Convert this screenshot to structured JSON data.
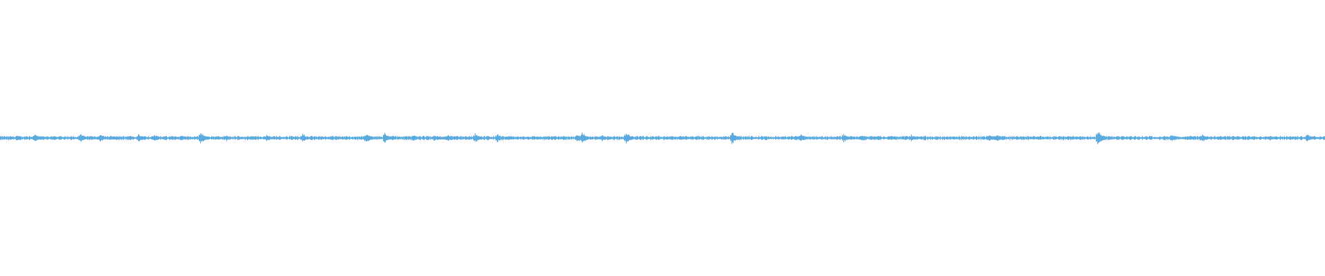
{
  "waveform": {
    "color": "#5aaae0",
    "background": "#ffffff",
    "baseline_fraction": 0.5,
    "spike_positions": [
      0.012,
      0.026,
      0.06,
      0.075,
      0.104,
      0.116,
      0.136,
      0.151,
      0.17,
      0.201,
      0.228,
      0.276,
      0.29,
      0.311,
      0.327,
      0.337,
      0.358,
      0.375,
      0.435,
      0.439,
      0.454,
      0.472,
      0.552,
      0.604,
      0.636,
      0.65,
      0.687,
      0.746,
      0.752,
      0.828,
      0.884,
      0.907,
      0.958,
      0.986
    ],
    "spike_strengths": [
      0.35,
      0.5,
      0.55,
      0.45,
      0.5,
      0.4,
      0.35,
      0.8,
      0.4,
      0.35,
      0.55,
      0.6,
      0.7,
      0.4,
      0.3,
      0.4,
      0.6,
      0.5,
      0.55,
      0.7,
      0.35,
      0.75,
      0.8,
      0.5,
      0.6,
      0.35,
      0.45,
      0.45,
      0.4,
      1.0,
      0.5,
      0.45,
      0.35,
      0.55
    ]
  }
}
